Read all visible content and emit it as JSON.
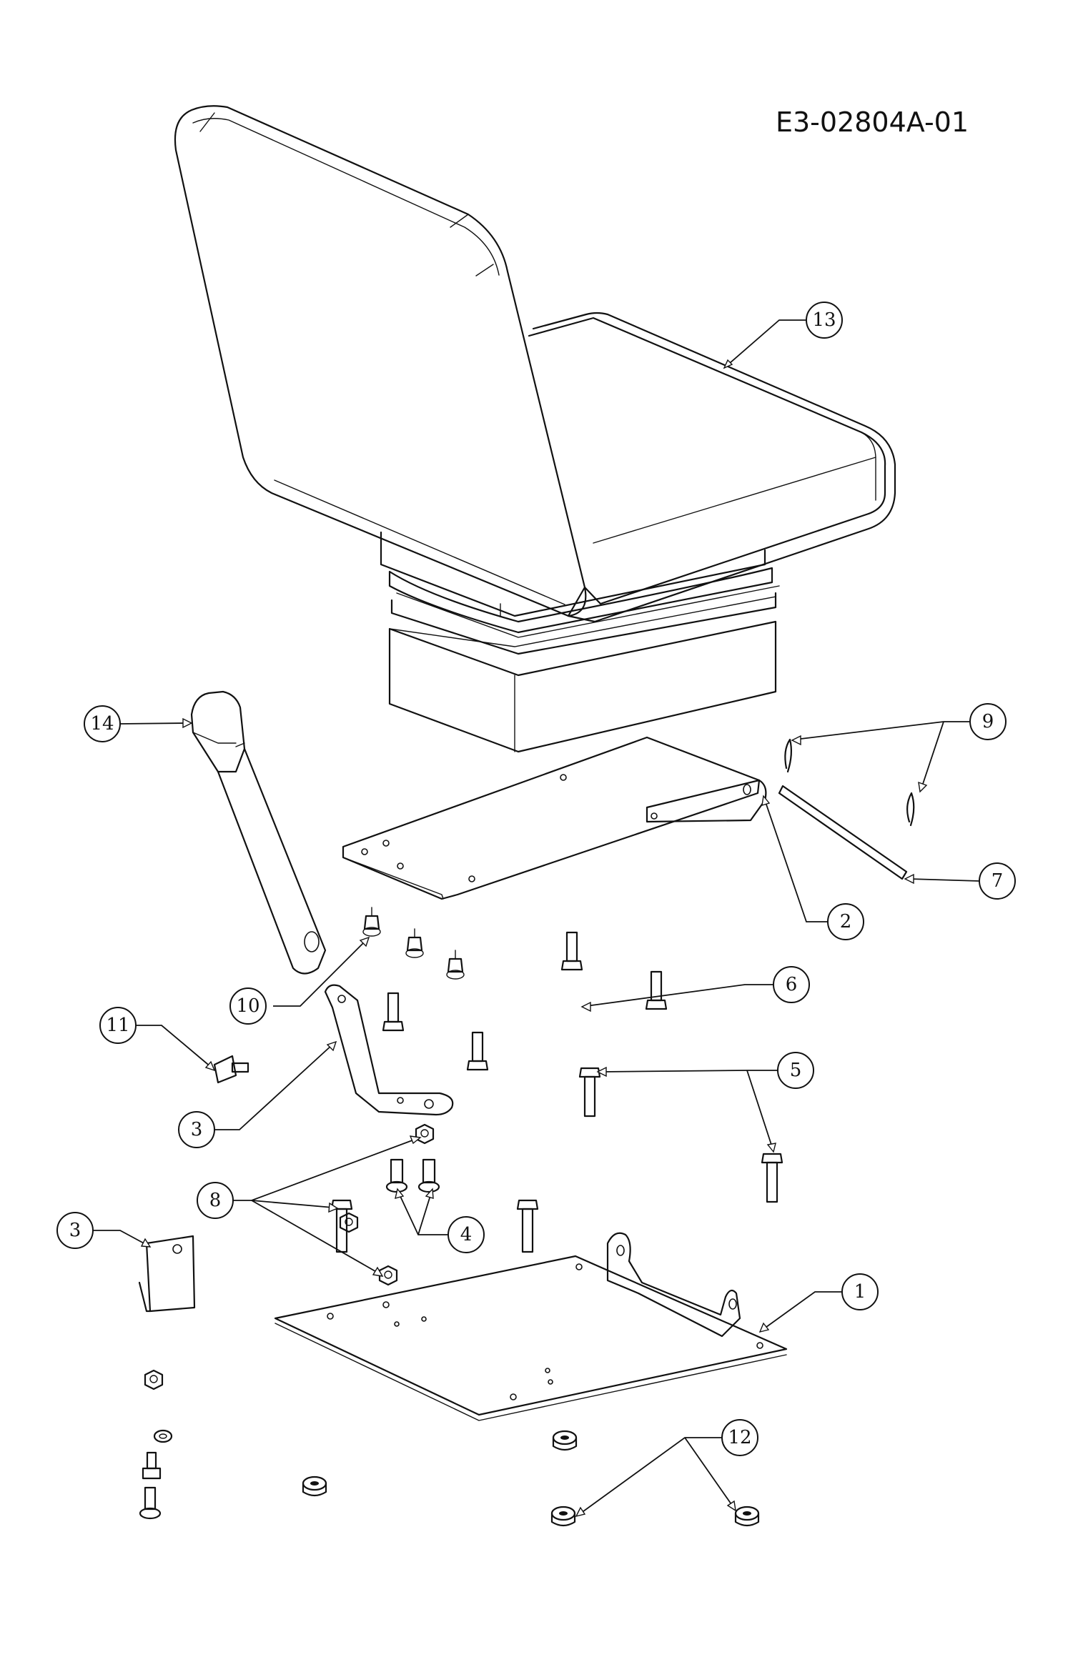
{
  "drawing": {
    "code": "E3-02804A-01"
  },
  "callouts": [
    {
      "label": "13"
    },
    {
      "label": "14"
    },
    {
      "label": "9"
    },
    {
      "label": "7"
    },
    {
      "label": "2"
    },
    {
      "label": "10"
    },
    {
      "label": "6"
    },
    {
      "label": "11"
    },
    {
      "label": "5"
    },
    {
      "label": "3"
    },
    {
      "label": "8"
    },
    {
      "label": "4"
    },
    {
      "label": "3"
    },
    {
      "label": "1"
    },
    {
      "label": "12"
    }
  ]
}
